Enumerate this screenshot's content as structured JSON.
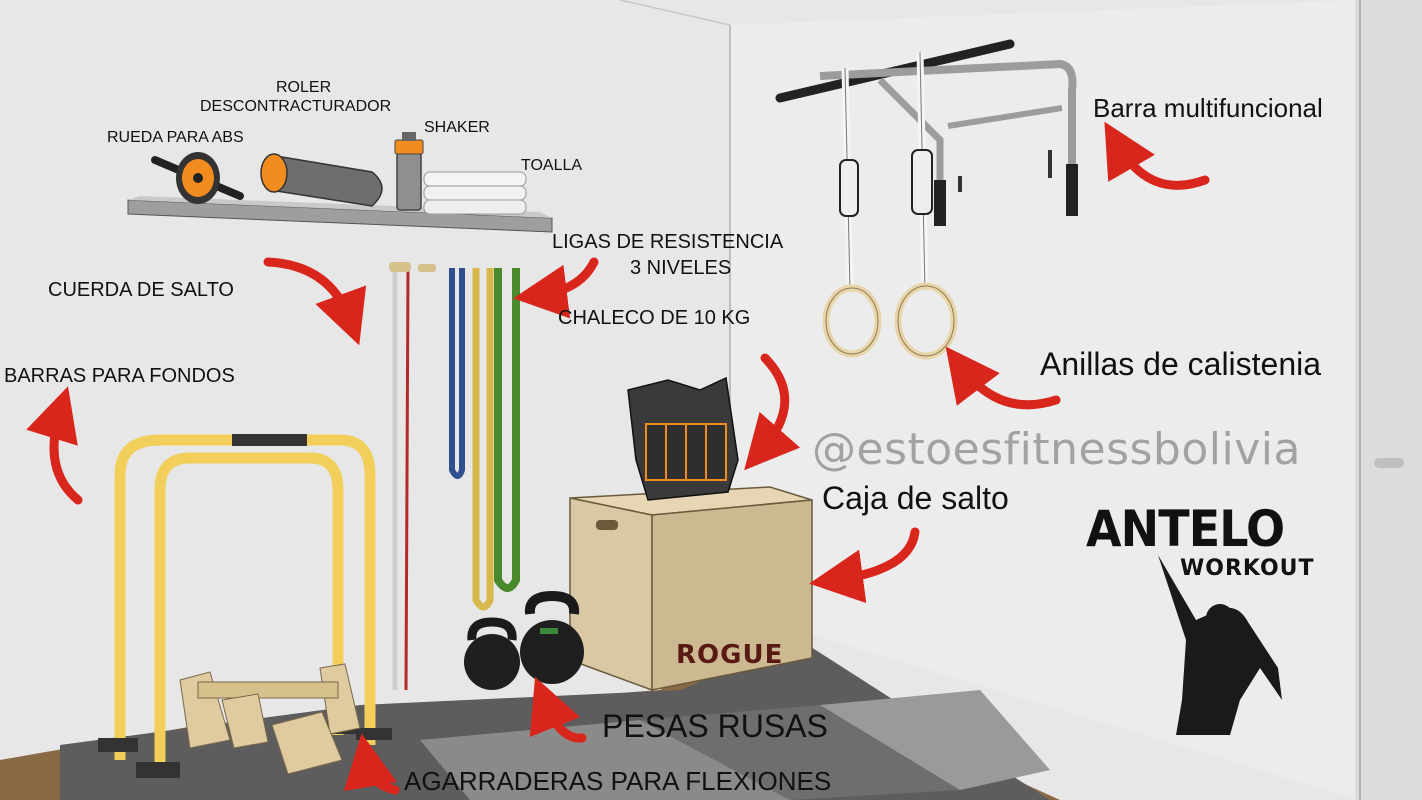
{
  "labels": {
    "roller_line1": "ROLER",
    "roller_line2": "DESCONTRACTURADOR",
    "ab_wheel": "RUEDA PARA ABS",
    "shaker": "SHAKER",
    "towel": "TOALLA",
    "bands_line1": "LIGAS DE RESISTENCIA",
    "bands_line2": "3 NIVELES",
    "jump_rope": "CUERDA DE SALTO",
    "vest": "CHALECO DE 10 KG",
    "dip_bars": "BARRAS PARA FONDOS",
    "pullup_bar": "Barra multifuncional",
    "rings": "Anillas de calistenia",
    "box": "Caja de salto",
    "kettlebells": "PESAS RUSAS",
    "pushup_handles": "AGARRADERAS PARA FLEXIONES"
  },
  "watermark": "@estoesfitnessbolivia",
  "logo": {
    "main": "ANTELO",
    "sub": "WORKOUT"
  },
  "box_brand": "ROGUE",
  "colors": {
    "arrow": "#d9261c",
    "wall": "#e9e9e9",
    "floor": "#5c5c5c",
    "wood": "#d9c8a4",
    "dip_bar": "#f2cf5b",
    "band_blue": "#2f4f8f",
    "band_yellow": "#d8b84a",
    "band_green": "#4a8a2c"
  }
}
